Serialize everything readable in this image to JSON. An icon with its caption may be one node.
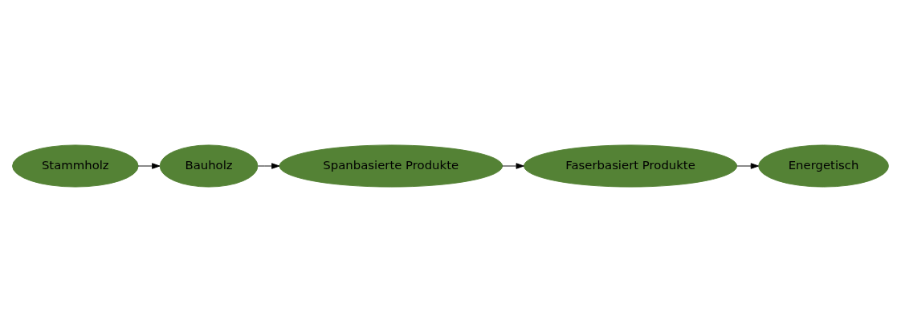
{
  "diagram": {
    "nodes": [
      {
        "text": [
          "Stammholz"
        ]
      },
      {
        "text": [
          "Bauholz"
        ]
      },
      {
        "text": [
          "Spanbasierte Produkte"
        ]
      },
      {
        "text": [
          "Faserbasiert Produkte"
        ]
      },
      {
        "text": [
          "Energetisch"
        ]
      }
    ],
    "edges": [
      {
        "from": 0,
        "to": 1,
        "arrow": "to"
      },
      {
        "from": 1,
        "to": 2,
        "arrow": "to"
      },
      {
        "from": 2,
        "to": 3,
        "arrow": "to"
      },
      {
        "from": 3,
        "to": 4,
        "arrow": "to"
      }
    ]
  }
}
